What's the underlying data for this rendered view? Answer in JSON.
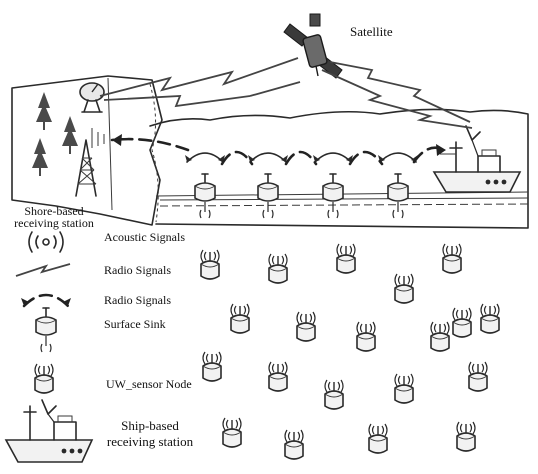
{
  "labels": {
    "satellite": "Satellite",
    "shore_station": "Shore-based receiving station",
    "shore_station_line1": "Shore-based",
    "shore_station_line2": "receiving station"
  },
  "legend": {
    "acoustic": "Acoustic Signals",
    "radio": "Radio Signals",
    "radio_sink_line1": "Radio Signals",
    "radio_sink_line2": "Surface Sink",
    "uw_node": "UW_sensor Node",
    "ship_line1": "Ship-based",
    "ship_line2": "receiving station"
  },
  "colors": {
    "ink": "#2a2a2a",
    "sea": "#ffffff",
    "node_fill": "#f2f2f2"
  }
}
